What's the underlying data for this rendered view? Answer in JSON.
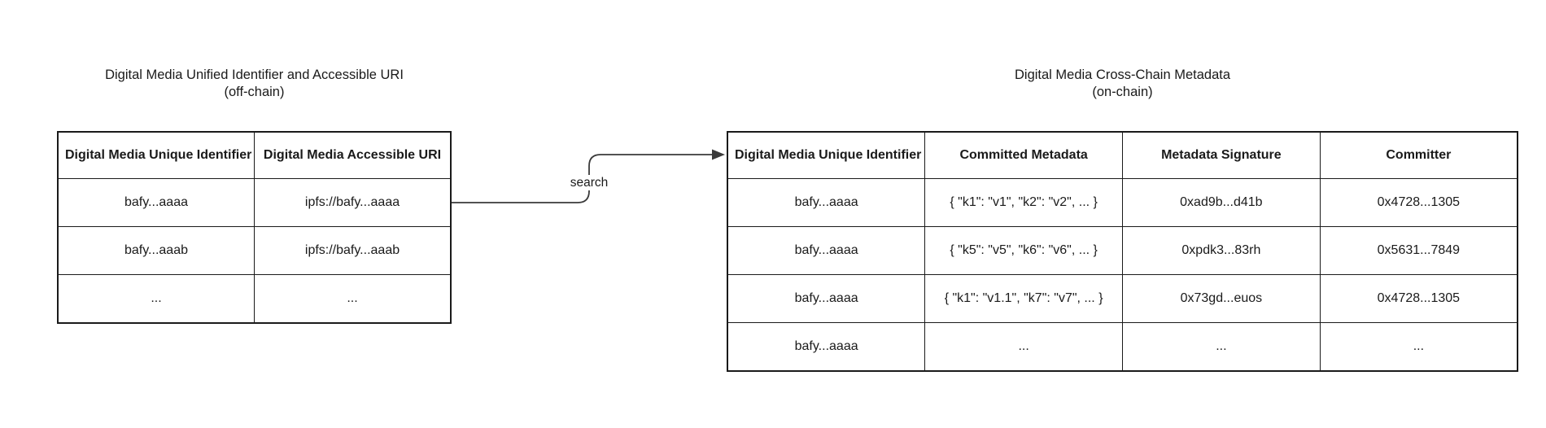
{
  "left_diagram": {
    "title_line1": "Digital Media Unified Identifier and Accessible URI",
    "title_line2": "(off-chain)",
    "table": {
      "headers": [
        "Digital Media Unique Identifier",
        "Digital Media Accessible URI"
      ],
      "rows": [
        [
          "bafy...aaaa",
          "ipfs://bafy...aaaa"
        ],
        [
          "bafy...aaab",
          "ipfs://bafy...aaab"
        ],
        [
          "...",
          "..."
        ]
      ]
    }
  },
  "arrow": {
    "label": "search"
  },
  "right_diagram": {
    "title_line1": "Digital Media Cross-Chain Metadata",
    "title_line2": "(on-chain)",
    "table": {
      "headers": [
        "Digital Media Unique Identifier",
        "Committed Metadata",
        "Metadata Signature",
        "Committer"
      ],
      "rows": [
        [
          "bafy...aaaa",
          "{ \"k1\": \"v1\", \"k2\": \"v2\", ... }",
          "0xad9b...d41b",
          "0x4728...1305"
        ],
        [
          "bafy...aaaa",
          "{ \"k5\": \"v5\", \"k6\": \"v6\", ... }",
          "0xpdk3...83rh",
          "0x5631...7849"
        ],
        [
          "bafy...aaaa",
          "{ \"k1\": \"v1.1\", \"k7\": \"v7\", ... }",
          "0x73gd...euos",
          "0x4728...1305"
        ],
        [
          "bafy...aaaa",
          "...",
          "...",
          "..."
        ]
      ]
    }
  },
  "colors": {
    "border": "#1a1a1a",
    "text": "#1a1a1a",
    "background": "#ffffff",
    "arrow": "#3a3a3a"
  }
}
